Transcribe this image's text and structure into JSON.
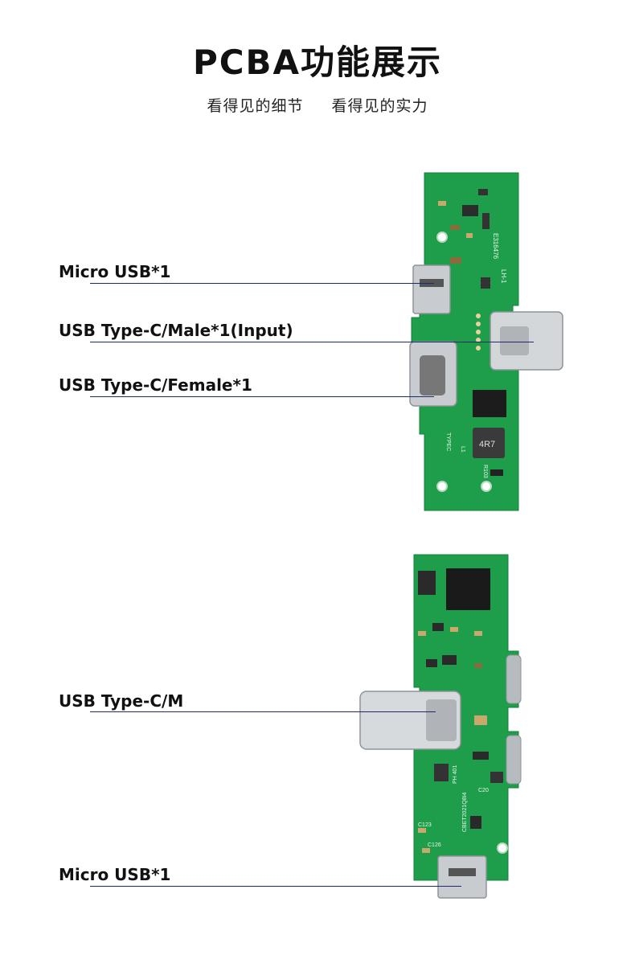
{
  "header": {
    "title": "PCBA功能展示",
    "subtitle_left": "看得见的细节",
    "subtitle_right": "看得见的实力"
  },
  "board1": {
    "labels": [
      "Micro USB*1",
      "USB Type-C/Male*1(Input)",
      "USB Type-C/Female*1"
    ],
    "silkscreen": [
      "4R7",
      "LH-1",
      "E316476",
      "TYPEC",
      "L1",
      "R103"
    ]
  },
  "board2": {
    "labels": [
      "USB Type-C/M",
      "Micro USB*1"
    ],
    "silkscreen": [
      "PH 401",
      "CBET2021Q8I4",
      "C123",
      "C20",
      "C126"
    ]
  },
  "colors": {
    "pcb_green": "#1e9e4a",
    "pcb_dark": "#15803a",
    "leader_line": "#1f2a6b",
    "metal": "#c8ccd0"
  }
}
